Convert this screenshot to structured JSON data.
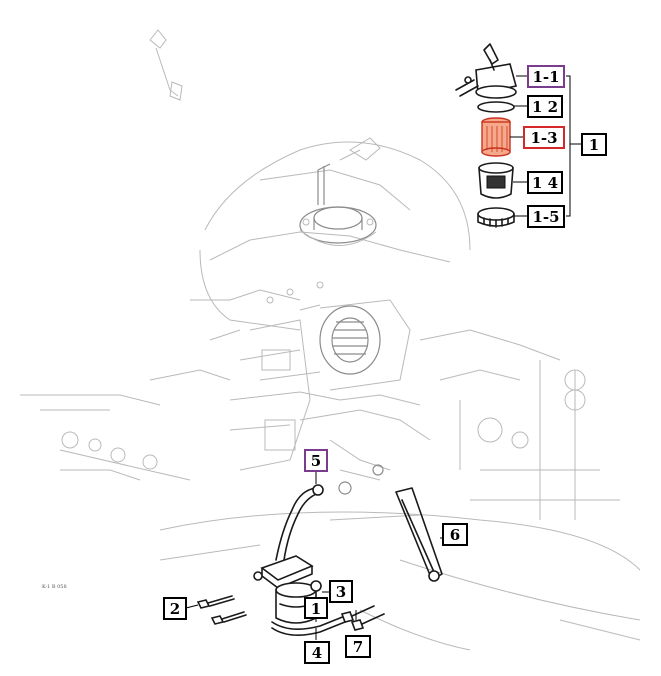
{
  "labels": {
    "l1_1": "1-1",
    "l1_2": "1 2",
    "l1_3": "1-3",
    "l1_4": "1 4",
    "l1_5": "1-5",
    "l1": "1",
    "l2": "2",
    "l3": "3",
    "l4": "4",
    "l5": "5",
    "l6": "6",
    "l7": "7",
    "lfixed1": "1"
  },
  "stamp": "K-1 B 058",
  "colors": {
    "default_border": "#000000",
    "selected_border": "#7a3c8c",
    "highlight_border": "#d62828",
    "filter_fill": "#f6a98a",
    "filter_stroke": "#c8321e"
  }
}
